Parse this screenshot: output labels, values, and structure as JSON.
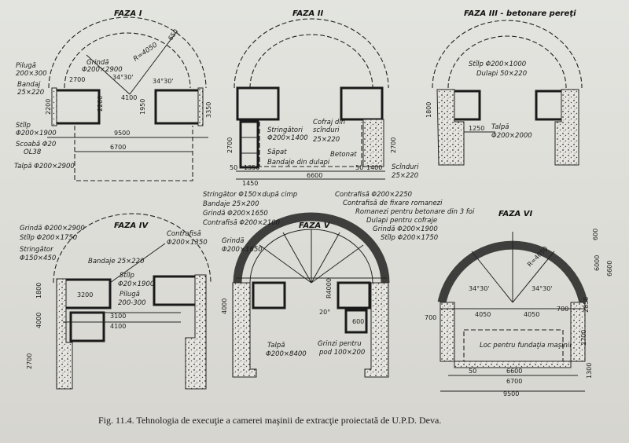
{
  "phases": {
    "f1": "FAZA I",
    "f2": "FAZA II",
    "f3": "FAZA III - betonare pereţi",
    "f4": "FAZA IV",
    "f5": "FAZA V",
    "f6": "FAZA VI"
  },
  "labels_f1": {
    "pilug": "Pilugă",
    "pilug_dim": "200×300",
    "grinda": "Grindă",
    "grinda_dim": "Φ200×2900",
    "bandaj": "Bandaj",
    "bandaj_dim": "25×220",
    "stilp": "Stîlp",
    "stilp_dim": "Φ200×1900",
    "scoaba": "Scoabă Φ20",
    "ol": "OL38",
    "talpa": "Talpă Φ200×2900",
    "r": "R=4050",
    "a1": "34°30'",
    "a2": "34°30'"
  },
  "dims_f1": {
    "d2700": "2700",
    "d4100": "4100",
    "d2200a": "2200",
    "d2200b": "2200",
    "d1950": "1950",
    "d3350": "3350",
    "d650": "650",
    "d9500": "9500",
    "d6700": "6700"
  },
  "labels_f2": {
    "stringatori": "Stringători",
    "stringatori_dim": "Φ200×1400",
    "sapat": "Săpat",
    "bandaje": "Bandaje din dulapi",
    "cofraj": "Cofraj din",
    "scinduri": "scînduri",
    "cofraj_dim": "25×220",
    "betonat": "Betonat",
    "scinduri2": "Scînduri",
    "scinduri2_dim": "25×220"
  },
  "dims_f2": {
    "d2700a": "2700",
    "d2700b": "2700",
    "d50a": "50",
    "d1350": "1350",
    "d1450": "1450",
    "d6600": "6600",
    "d50b": "50",
    "d1400": "1400"
  },
  "labels_f3": {
    "stilp": "Stîlp Φ200×1000",
    "dulapi": "Dulapi 50×220",
    "talpa": "Talpă",
    "talpa_dim": "Φ200×2000"
  },
  "dims_f3": {
    "d1800": "1800",
    "d1250": "1250"
  },
  "labels_f4": {
    "grinda": "Grindă Φ200×2900",
    "stilp": "Stîlp Φ200×1750",
    "stringator": "Stringător",
    "stringator_dim": "Φ150×450",
    "bandaje": "Bandaje 25×220",
    "stilp2": "Stîlp",
    "stilp2_dim": "Φ20×1900",
    "pilug": "Pilugă",
    "pilug_dim": "200-300",
    "contrafisa": "Contrafisă",
    "contrafisa_dim": "Φ200×1350"
  },
  "dims_f4": {
    "d3200": "3200",
    "d1800": "1800",
    "d4000": "4000",
    "d3100": "3100",
    "d4100": "4100",
    "d2700": "2700"
  },
  "labels_f5": {
    "stringator": "Stringător Φ150×după cimp",
    "bandaje": "Bandaje 25×200",
    "grinda": "Grindă Φ200×1650",
    "contrafisa": "Contrafisă Φ200×2100",
    "grinda2": "Grindă",
    "grinda2_dim": "Φ200×1650",
    "talpa": "Talpă",
    "talpa_dim": "Φ200×8400",
    "grinzi": "Grinzi pentru",
    "grinzi2": "pod 100×200",
    "r": "R4000",
    "a": "20°",
    "d600": "600",
    "d4000": "4000"
  },
  "labels_f5b": {
    "contrafisa": "Contrafisă Φ200×2250",
    "ramonezi_fix": "Contrafisă de fixare romanezi",
    "ramonezi": "Romanezi pentru betonare din 3 foi",
    "dulapi": "Dulapi pentru cofraje",
    "grinda": "Grindă Φ200×1900",
    "stilp": "Stîlp Φ200×1750"
  },
  "labels_f6": {
    "r": "R=4050",
    "a1": "34°30'",
    "a2": "34°30'",
    "lac": "Loc pentru fundaţia maşinii"
  },
  "dims_f6": {
    "d600": "600",
    "d6000": "6000",
    "d6600": "6600",
    "d700a": "700",
    "d700b": "700",
    "d4050a": "4050",
    "d4050b": "4050",
    "d2700": "2700",
    "d2850": "2850",
    "d50": "50",
    "d6600h": "6600",
    "d6700": "6700",
    "d9500": "9500",
    "d1300": "1300"
  },
  "caption": "Fig. 11.4. Tehnologia de execuţie a camerei maşinii de extracţie proiectată de U.P.D. Deva."
}
